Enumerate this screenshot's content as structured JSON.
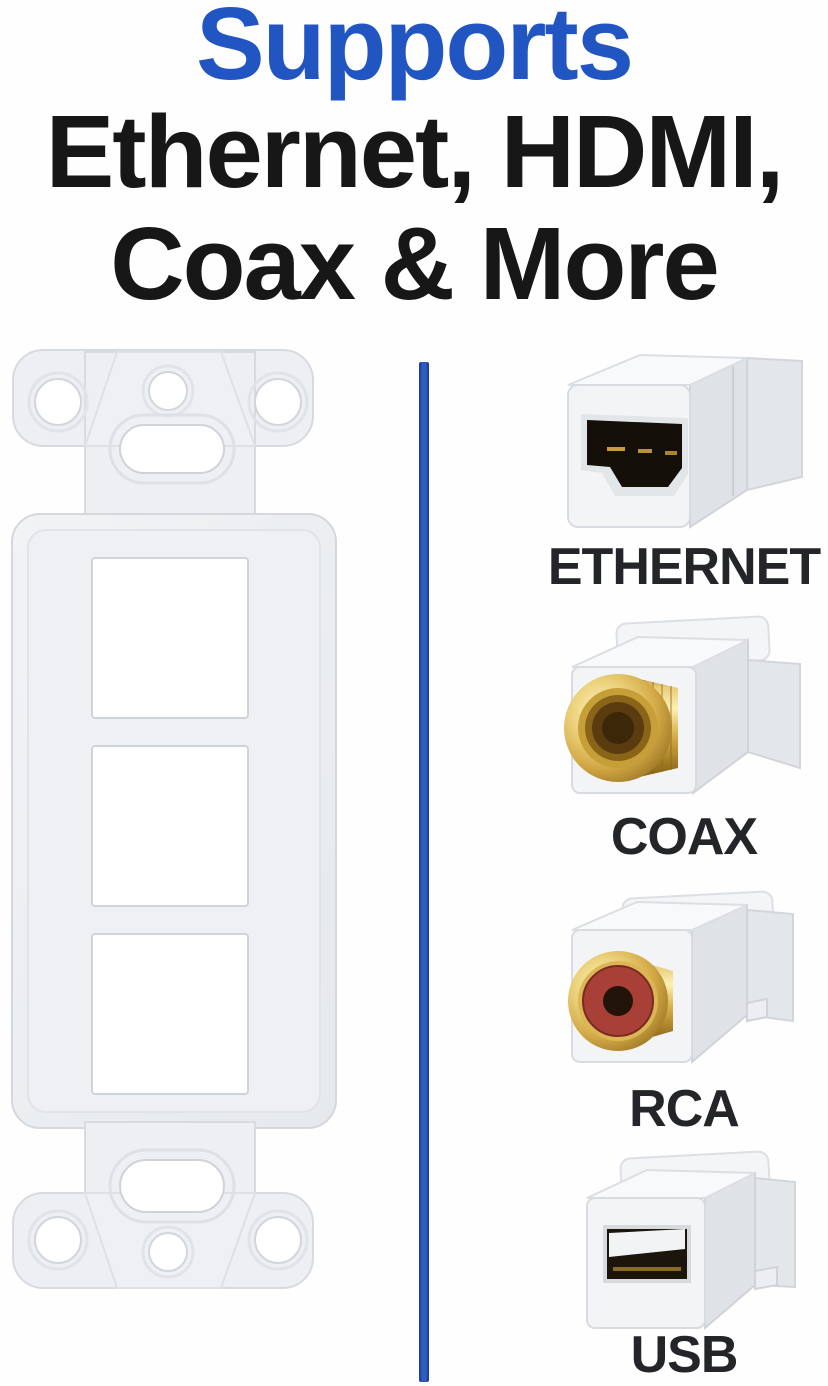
{
  "header": {
    "title": "Supports",
    "subtitle_line1": "Ethernet, HDMI,",
    "subtitle_line2": "Coax & More"
  },
  "colors": {
    "accent_blue": "#2156c2",
    "divider_blue": "#2f5cc0",
    "heading_black": "#171717",
    "label_black": "#232528",
    "plate_gray": "#edeff2",
    "gold": "#d9b54b",
    "rca_red": "#a84038"
  },
  "plate": {
    "type": "decora wall plate insert",
    "keystone_slots": 3
  },
  "modules": [
    {
      "label": "ETHERNET"
    },
    {
      "label": "COAX"
    },
    {
      "label": "RCA"
    },
    {
      "label": "USB"
    }
  ]
}
